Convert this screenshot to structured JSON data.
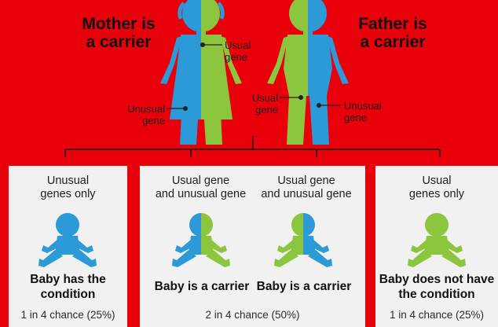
{
  "mother": {
    "title": "Mother is\na carrier",
    "label_usual": "Usual\ngene",
    "label_unusual": "Unusual\ngene"
  },
  "father": {
    "title": "Father is\na carrier",
    "label_usual": "Usual\ngene",
    "label_unusual": "Unusual\ngene"
  },
  "outcomes": [
    {
      "heading": "Unusual\ngenes only",
      "result": "Baby has the\ncondition",
      "chance": "1 in 4 chance (25%)"
    },
    {
      "heading": "Usual gene\nand unusual gene",
      "result": "Baby is a carrier"
    },
    {
      "heading": "Usual gene\nand unusual gene",
      "result": "Baby is a carrier"
    },
    {
      "heading": "Usual\ngenes only",
      "result": "Baby does not have\nthe condition",
      "chance": "1 in 4 chance (25%)"
    }
  ],
  "carrier_chance": "2 in 4 chance (50%)",
  "colors": {
    "background": "#e8000b",
    "panel": "#f1f1f1",
    "usual_gene": "#8cc63f",
    "unusual_gene": "#2b9ad6"
  }
}
